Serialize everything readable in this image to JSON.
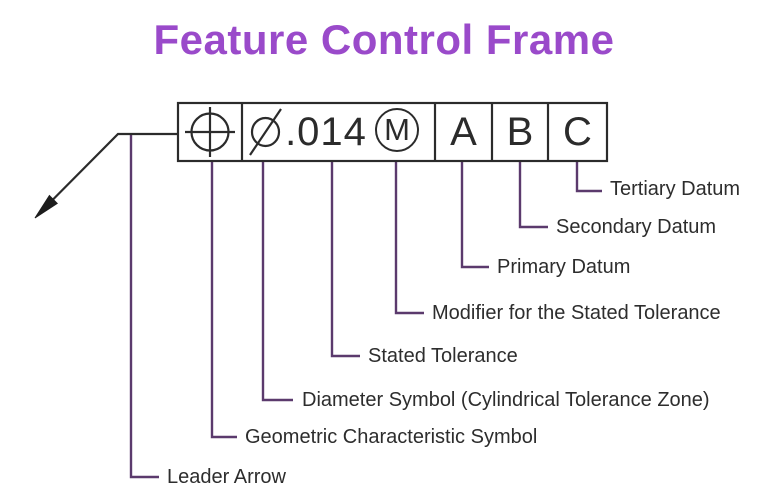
{
  "title": "Feature Control Frame",
  "colors": {
    "title_purple": "#9a4aca",
    "callout_line_purple": "#5b3a6d",
    "ink": "#2b2b2b",
    "background": "#ffffff"
  },
  "frame": {
    "cells": [
      {
        "name": "geometric-characteristic",
        "symbol": "position-symbol"
      },
      {
        "name": "tolerance",
        "diameter_symbol": "⌀",
        "value": ".014",
        "modifier": "M"
      },
      {
        "name": "primary-datum",
        "value": "A"
      },
      {
        "name": "secondary-datum",
        "value": "B"
      },
      {
        "name": "tertiary-datum",
        "value": "C"
      }
    ]
  },
  "labels": [
    {
      "id": "tertiary",
      "text": "Tertiary Datum"
    },
    {
      "id": "secondary",
      "text": "Secondary Datum"
    },
    {
      "id": "primary",
      "text": "Primary Datum"
    },
    {
      "id": "modifier",
      "text": "Modifier for the Stated Tolerance"
    },
    {
      "id": "stated",
      "text": "Stated Tolerance"
    },
    {
      "id": "diameter",
      "text": "Diameter Symbol (Cylindrical Tolerance Zone)"
    },
    {
      "id": "geometric",
      "text": "Geometric Characteristic Symbol"
    },
    {
      "id": "leader",
      "text": "Leader Arrow"
    }
  ]
}
